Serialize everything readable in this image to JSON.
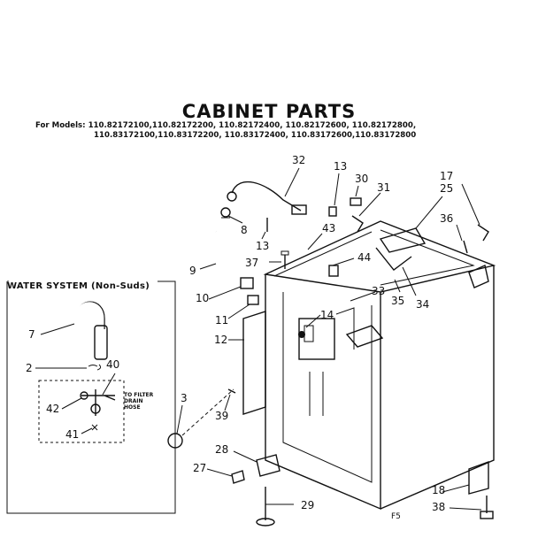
{
  "title": "CABINET PARTS",
  "models_line1": "For Models: 110.82172100,110.82172200, 110.82172400, 110.82172600, 110.82172800,",
  "models_line2": "110.83172100,110.83172200, 110.83172400, 110.83172600,110.83172800",
  "water_system_title": "WATER SYSTEM (Non-Suds)",
  "filter_note": [
    "TO FILTER",
    "DRAIN",
    "HOSE"
  ],
  "figure_code": "F5",
  "callouts": {
    "c32": "32",
    "c13a": "13",
    "c30": "30",
    "c31": "31",
    "c17": "17",
    "c25": "25",
    "c8": "8",
    "c13b": "13",
    "c43": "43",
    "c36": "36",
    "c9": "9",
    "c37": "37",
    "c44": "44",
    "c10": "10",
    "c33": "33",
    "c35": "35",
    "c34": "34",
    "c11": "11",
    "c14": "14",
    "c12": "12",
    "c7": "7",
    "c2": "2",
    "c40": "40",
    "c42": "42",
    "c3": "3",
    "c39": "39",
    "c41": "41",
    "c28": "28",
    "c27": "27",
    "c18": "18",
    "c29": "29",
    "c38": "38"
  }
}
